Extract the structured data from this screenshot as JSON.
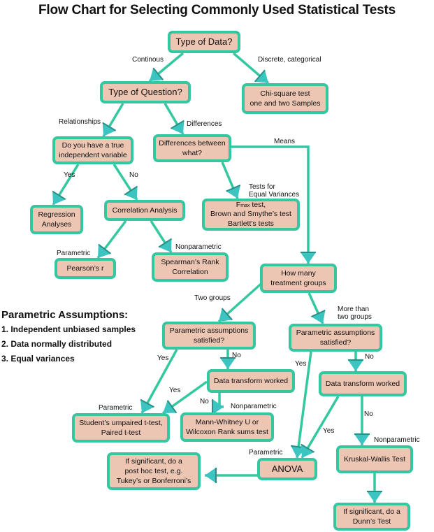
{
  "title": "Flow Chart for Selecting Commonly Used Statistical Tests",
  "colors": {
    "node_fill": "#ecc5b3",
    "node_border": "#34c8a0",
    "connector": "#34c8a0",
    "arrowhead": "#3cc4c0",
    "arrowhead_shade": "#2a8f86"
  },
  "nodes": {
    "type_of_data": "Type of Data?",
    "chi_square": "Chi-square test\none and two Samples",
    "type_of_question": "Type of Question?",
    "true_independent": "Do you have a true\nindependent variable",
    "differences_between": "Differences between\nwhat?",
    "regression": "Regression\nAnalyses",
    "correlation": "Correlation Analysis",
    "variance_tests": {
      "f": "F",
      "sub": "max",
      "rest": " test,\nBrown and Smythe’s test\nBartlett’s tests"
    },
    "pearson": "Pearson’s r",
    "spearman": "Spearman’s Rank\nCorrelation",
    "treatment_groups": "How many\ntreatment groups",
    "param_assump_two": "Parametric assumptions\nsatisfied?",
    "param_assump_more": "Parametric assumptions\nsatisfied?",
    "transform_two": "Data transform worked",
    "transform_more": "Data transform worked",
    "t_test": "Student’s umpaired t-test,\nPaired t-test",
    "mann_whitney": "Mann-Whitney U or\nWilcoxon Rank sums test",
    "anova": "ANOVA",
    "post_hoc": "If significant, do a\npost hoc test, e.g.\nTukey’s or Bonferroni’s",
    "kruskal": "Kruskal-Wallis Test",
    "dunn": "If significant, do a\nDunn’s Test"
  },
  "edge_labels": {
    "continous": "Continous",
    "discrete": "Discrete, categorical",
    "relationships": "Relationships",
    "differences": "Differences",
    "means": "Means",
    "yes_regression": "Yes",
    "no_correlation": "No",
    "equal_variances": "Tests for\nEqual Variances",
    "parametric_pearson": "Parametric",
    "nonparametric_spearman": "Nonparametric",
    "two_groups": "Two groups",
    "more_groups": "More than\ntwo groups",
    "yes_two": "Yes",
    "no_two": "No",
    "yes_transform_two": "Yes",
    "no_transform_two": "No",
    "parametric_ttest": "Parametric",
    "nonparametric_mw": "Nonparametric",
    "yes_more": "Yes",
    "no_more": "No",
    "yes_transform_more": "Yes",
    "no_transform_more": "No",
    "parametric_anova": "Parametric",
    "nonparametric_kw": "Nonparametric"
  },
  "assumptions": {
    "heading": "Parametric Assumptions:",
    "items": [
      "1. Independent unbiased samples",
      "2. Data normally distributed",
      "3. Equal variances"
    ]
  }
}
